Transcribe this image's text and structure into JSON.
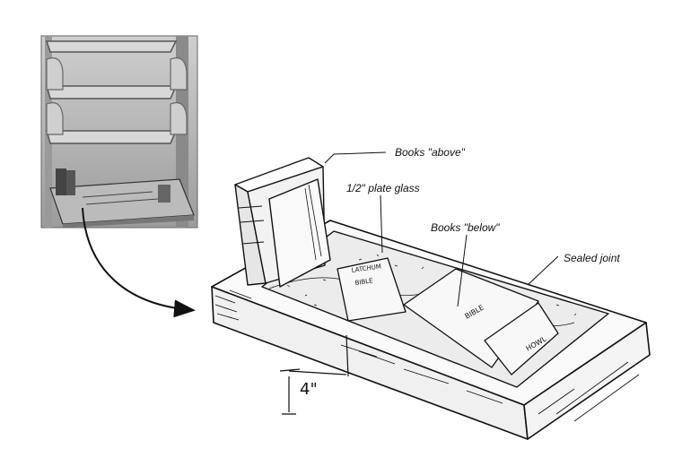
{
  "labels": {
    "books_above": "Books \"above\"",
    "plate_glass": "1/2\" plate glass",
    "books_below": "Books \"below\"",
    "sealed_joint": "Sealed joint",
    "depth": "4\""
  },
  "colors": {
    "ink": "#111111",
    "photo_bg": "#bdbdbd",
    "photo_dark": "#555555",
    "paper": "#ffffff"
  },
  "icons": {
    "callout_arrow": "curved-arrow-icon"
  }
}
